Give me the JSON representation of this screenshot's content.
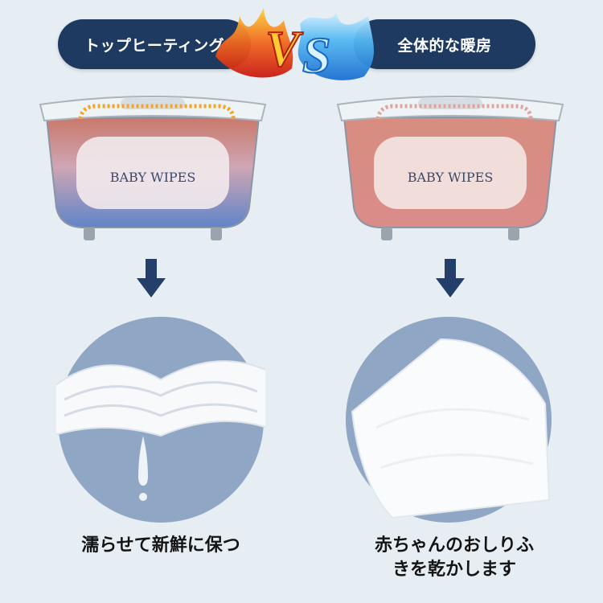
{
  "left_panel": {
    "heading": "トップヒーティング",
    "caption": "濡らせて新鮮に保つ",
    "product_label": "BABY WIPES"
  },
  "right_panel": {
    "heading": "全体的な暖房",
    "caption_line1": "赤ちゃんのおしりふ",
    "caption_line2": "きを乾かします",
    "product_label": "BABY WIPES"
  },
  "vs_text": "VS",
  "colors": {
    "pill_bg": "#1f3a61",
    "arrow": "#24406a",
    "circle_bg": "#8fa6c4",
    "background": "#e6eef3",
    "heat_hot": "#e4572e",
    "heat_cold": "#3aa0e6"
  },
  "icons": [
    "fire-vs-ice-logo",
    "down-arrow-icon",
    "down-arrow-icon"
  ]
}
